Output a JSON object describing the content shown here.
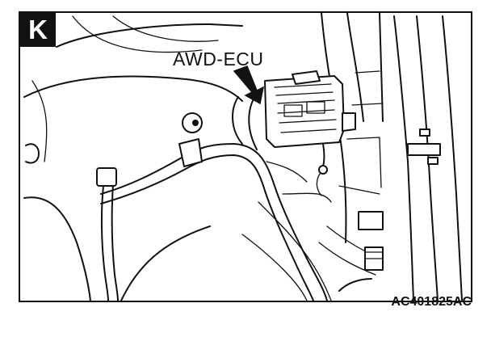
{
  "diagram": {
    "view_label": "K",
    "callout_label": "AWD-ECU",
    "figure_code": "AC401825AC"
  }
}
